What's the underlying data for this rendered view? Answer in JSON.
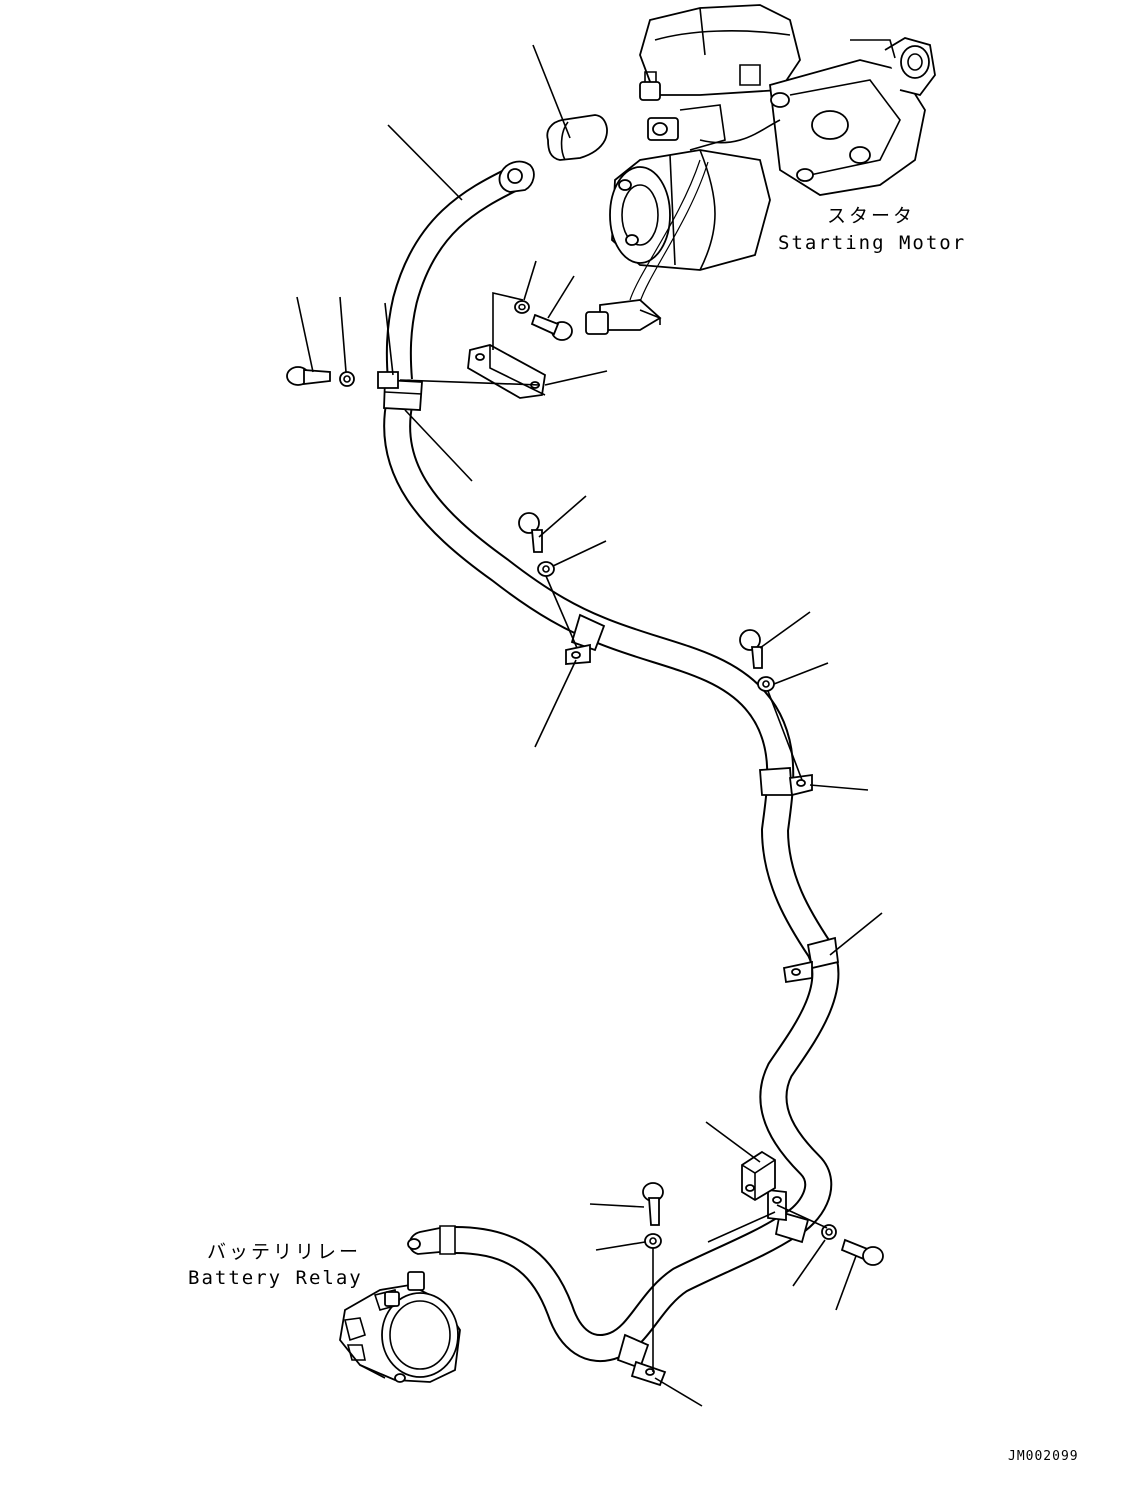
{
  "labels": {
    "starting_motor_jp": "スタータ",
    "starting_motor_en": "Starting Motor",
    "battery_relay_jp": "バッテリリレー",
    "battery_relay_en": "Battery Relay",
    "drawing_code": "JM002099"
  },
  "colors": {
    "line": "#000000",
    "background": "#ffffff"
  }
}
